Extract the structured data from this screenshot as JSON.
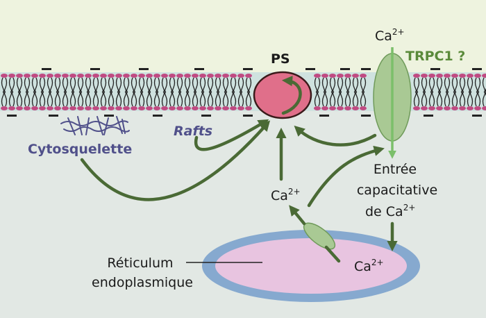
{
  "labels": {
    "ps": "PS",
    "trpc1": "TRPC1 ?",
    "ca_top": "Ca",
    "ca_mid": "Ca",
    "ca_er": "Ca",
    "charge": "2+",
    "cytosquelette": "Cytosquelette",
    "rafts": "Rafts",
    "entree_line1": "Entrée",
    "entree_line2": "capacitative",
    "entree_line3": "de Ca",
    "reticulum_line1": "Réticulum",
    "reticulum_line2": "endoplasmique"
  },
  "colors": {
    "extracellular": "#eef3df",
    "cytoplasm": "#e2e8e4",
    "membrane_band": "#cfe2df",
    "lipid_head": "#c04a82",
    "arrow": "#4a6a35",
    "ps_fill": "#e06f8a",
    "channel_fill": "#a9c994",
    "er_outer": "#86a9cf",
    "er_inner": "#e8c4e0",
    "cytoskeleton": "#50508a"
  }
}
